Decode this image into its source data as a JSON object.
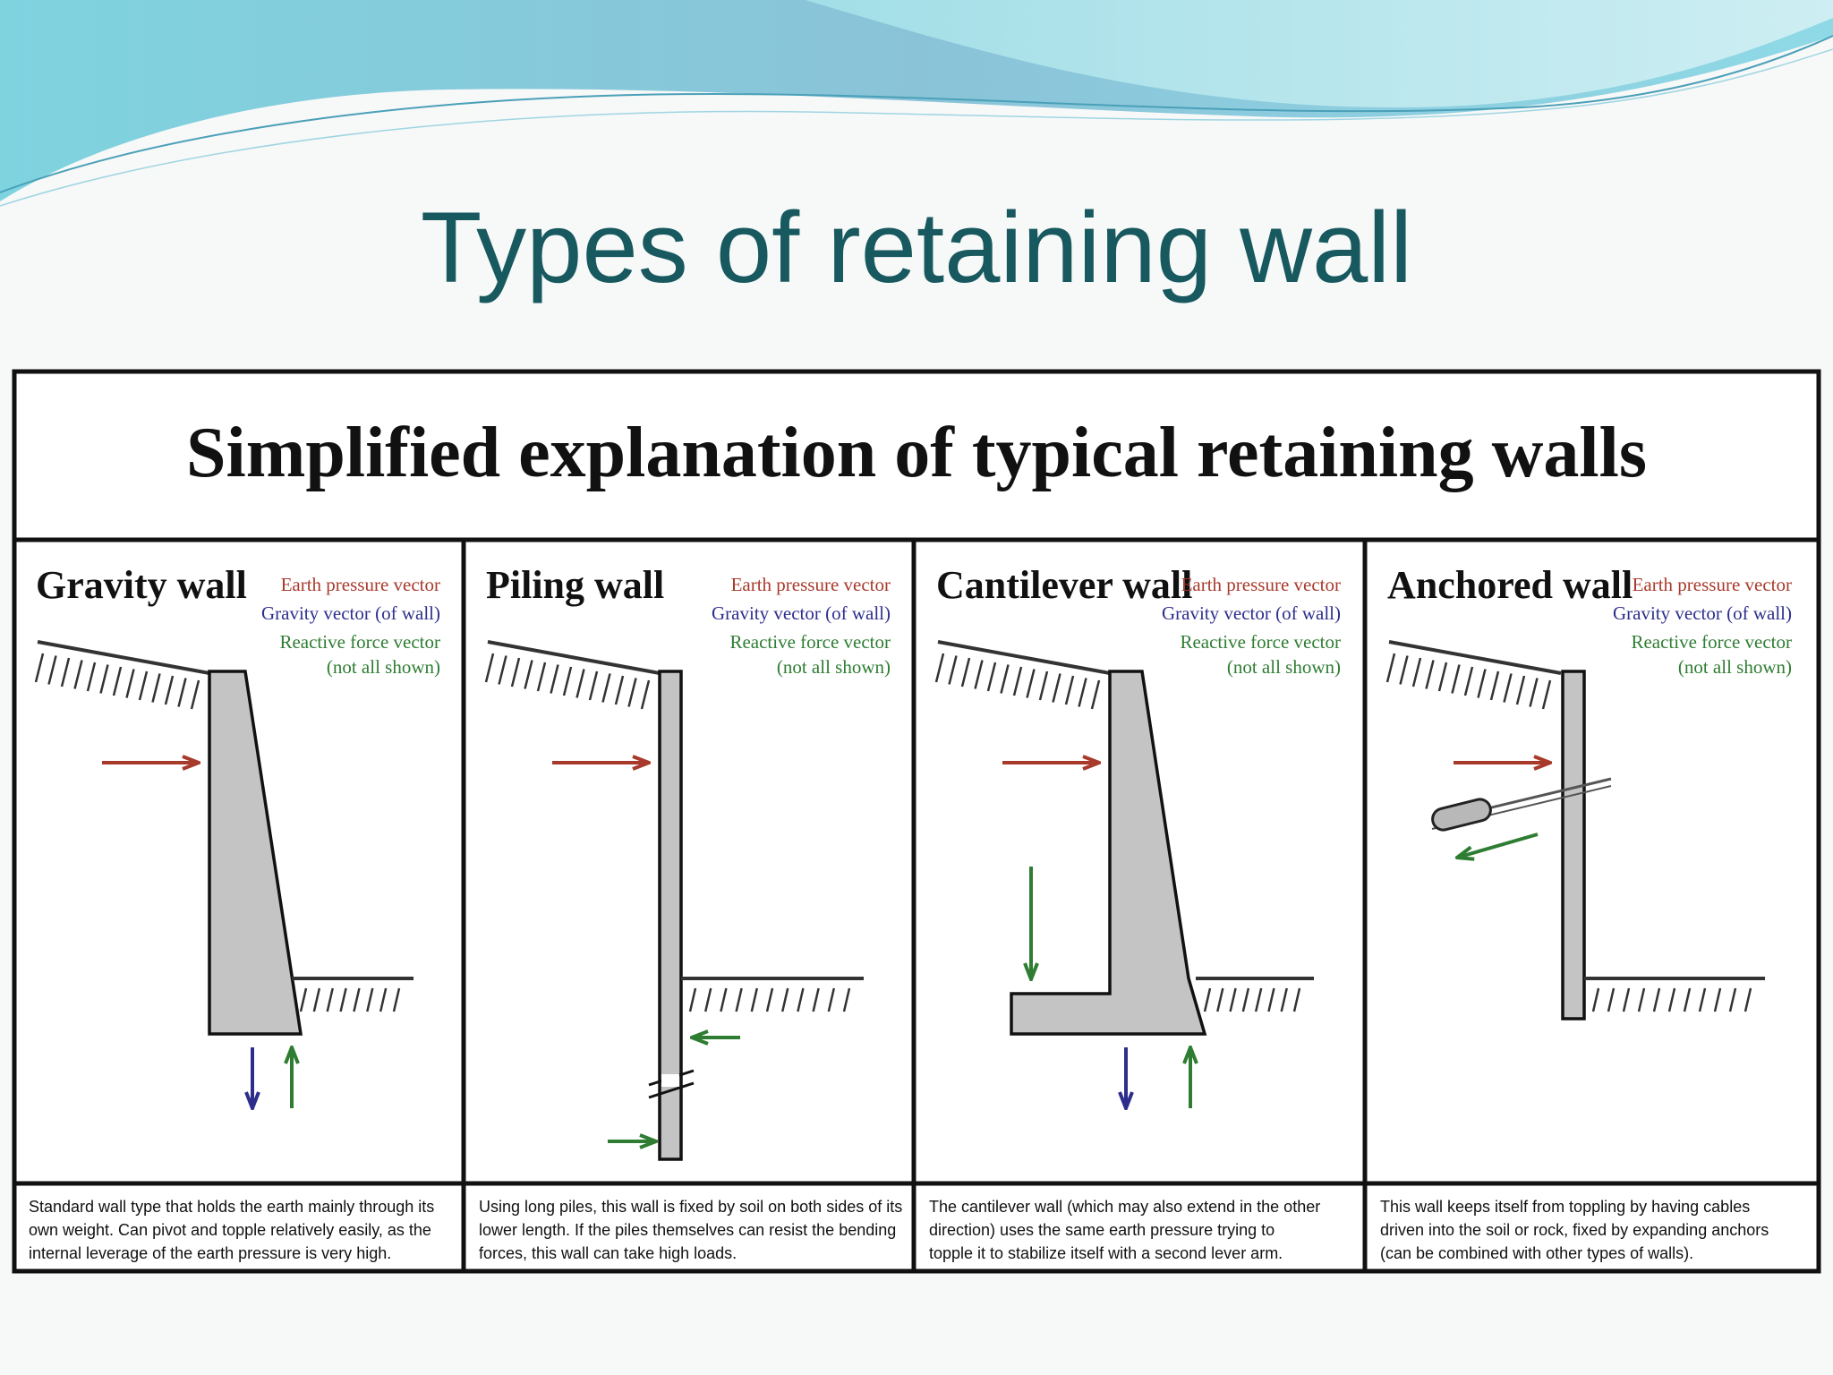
{
  "slide": {
    "title": "Types of retaining wall"
  },
  "figure": {
    "heading": "Simplified explanation of typical retaining walls",
    "legend": {
      "earth_pressure": "Earth pressure vector",
      "gravity": "Gravity vector (of wall)",
      "reactive": "Reactive force vector",
      "note": "(not all shown)"
    },
    "colors": {
      "earth_pressure": "#a83a2c",
      "gravity": "#2d2e8c",
      "reactive": "#2e7d32",
      "wall_fill": "#c4c4c4",
      "title_text": "#17595f"
    },
    "panels": [
      {
        "name": "Gravity wall",
        "caption": [
          "Standard wall type that holds the earth mainly through its",
          "own weight.  Can pivot and topple relatively easily, as the",
          "internal leverage of the earth pressure is very high."
        ]
      },
      {
        "name": "Piling wall",
        "caption": [
          "Using long piles, this wall is fixed by soil on both sides of its",
          "lower length.  If the piles themselves can resist the bending",
          "forces, this wall can take high loads."
        ]
      },
      {
        "name": "Cantilever wall",
        "caption": [
          "The cantilever wall (which may also extend in the other",
          "direction) uses the same earth pressure trying to",
          "topple it to stabilize itself with a second lever arm."
        ]
      },
      {
        "name": "Anchored wall",
        "caption": [
          "This wall keeps itself from toppling by having cables",
          "driven into the soil or rock, fixed by expanding anchors",
          "(can be combined with other types of walls)."
        ]
      }
    ]
  }
}
